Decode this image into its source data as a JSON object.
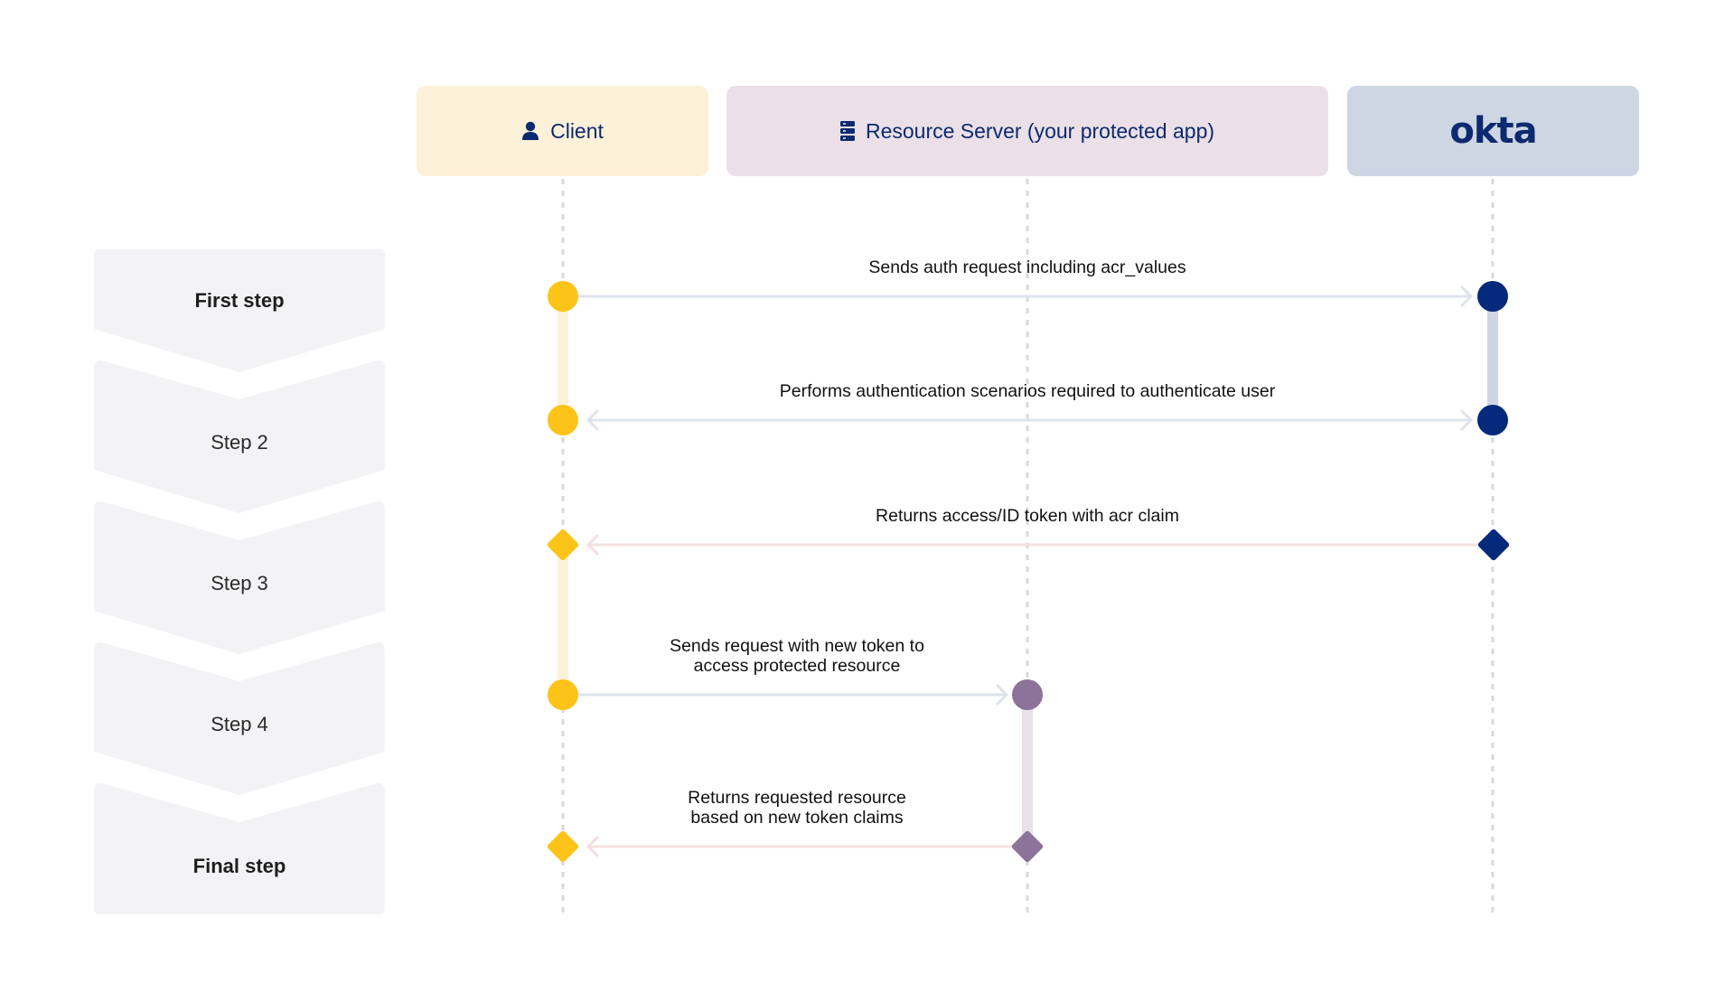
{
  "header": {
    "client": {
      "label": "Client",
      "icon": "person-icon"
    },
    "server": {
      "label": "Resource Server (your protected app)",
      "icon": "server-icon"
    },
    "okta": {
      "logo_text": "okta"
    }
  },
  "steps": [
    "First step",
    "Step 2",
    "Step 3",
    "Step 4",
    "Final step"
  ],
  "messages": [
    {
      "text": "Sends auth request including acr_values",
      "from": "Client",
      "to": "okta"
    },
    {
      "text": "Performs authentication scenarios required to authenticate user",
      "from": "Client",
      "to": "okta",
      "bidirectional": true
    },
    {
      "text": "Returns access/ID token with acr claim",
      "from": "okta",
      "to": "Client"
    },
    {
      "text": "Sends request with new token to access protected resource",
      "line1": "Sends request with new token to",
      "line2": "access protected resource",
      "from": "Client",
      "to": "Resource Server"
    },
    {
      "text": "Returns requested resource based on new token claims",
      "line1": "Returns requested resource",
      "line2": "based on new token claims",
      "from": "Resource Server",
      "to": "Client"
    }
  ],
  "colors": {
    "client": "#fcc419",
    "server": "#8c7399",
    "okta": "#062a7b",
    "client_bg": "#fdf1d9",
    "server_bg": "#ebe0e7",
    "okta_bg": "#ced5e3",
    "step_bg": "#f3f3f5"
  }
}
